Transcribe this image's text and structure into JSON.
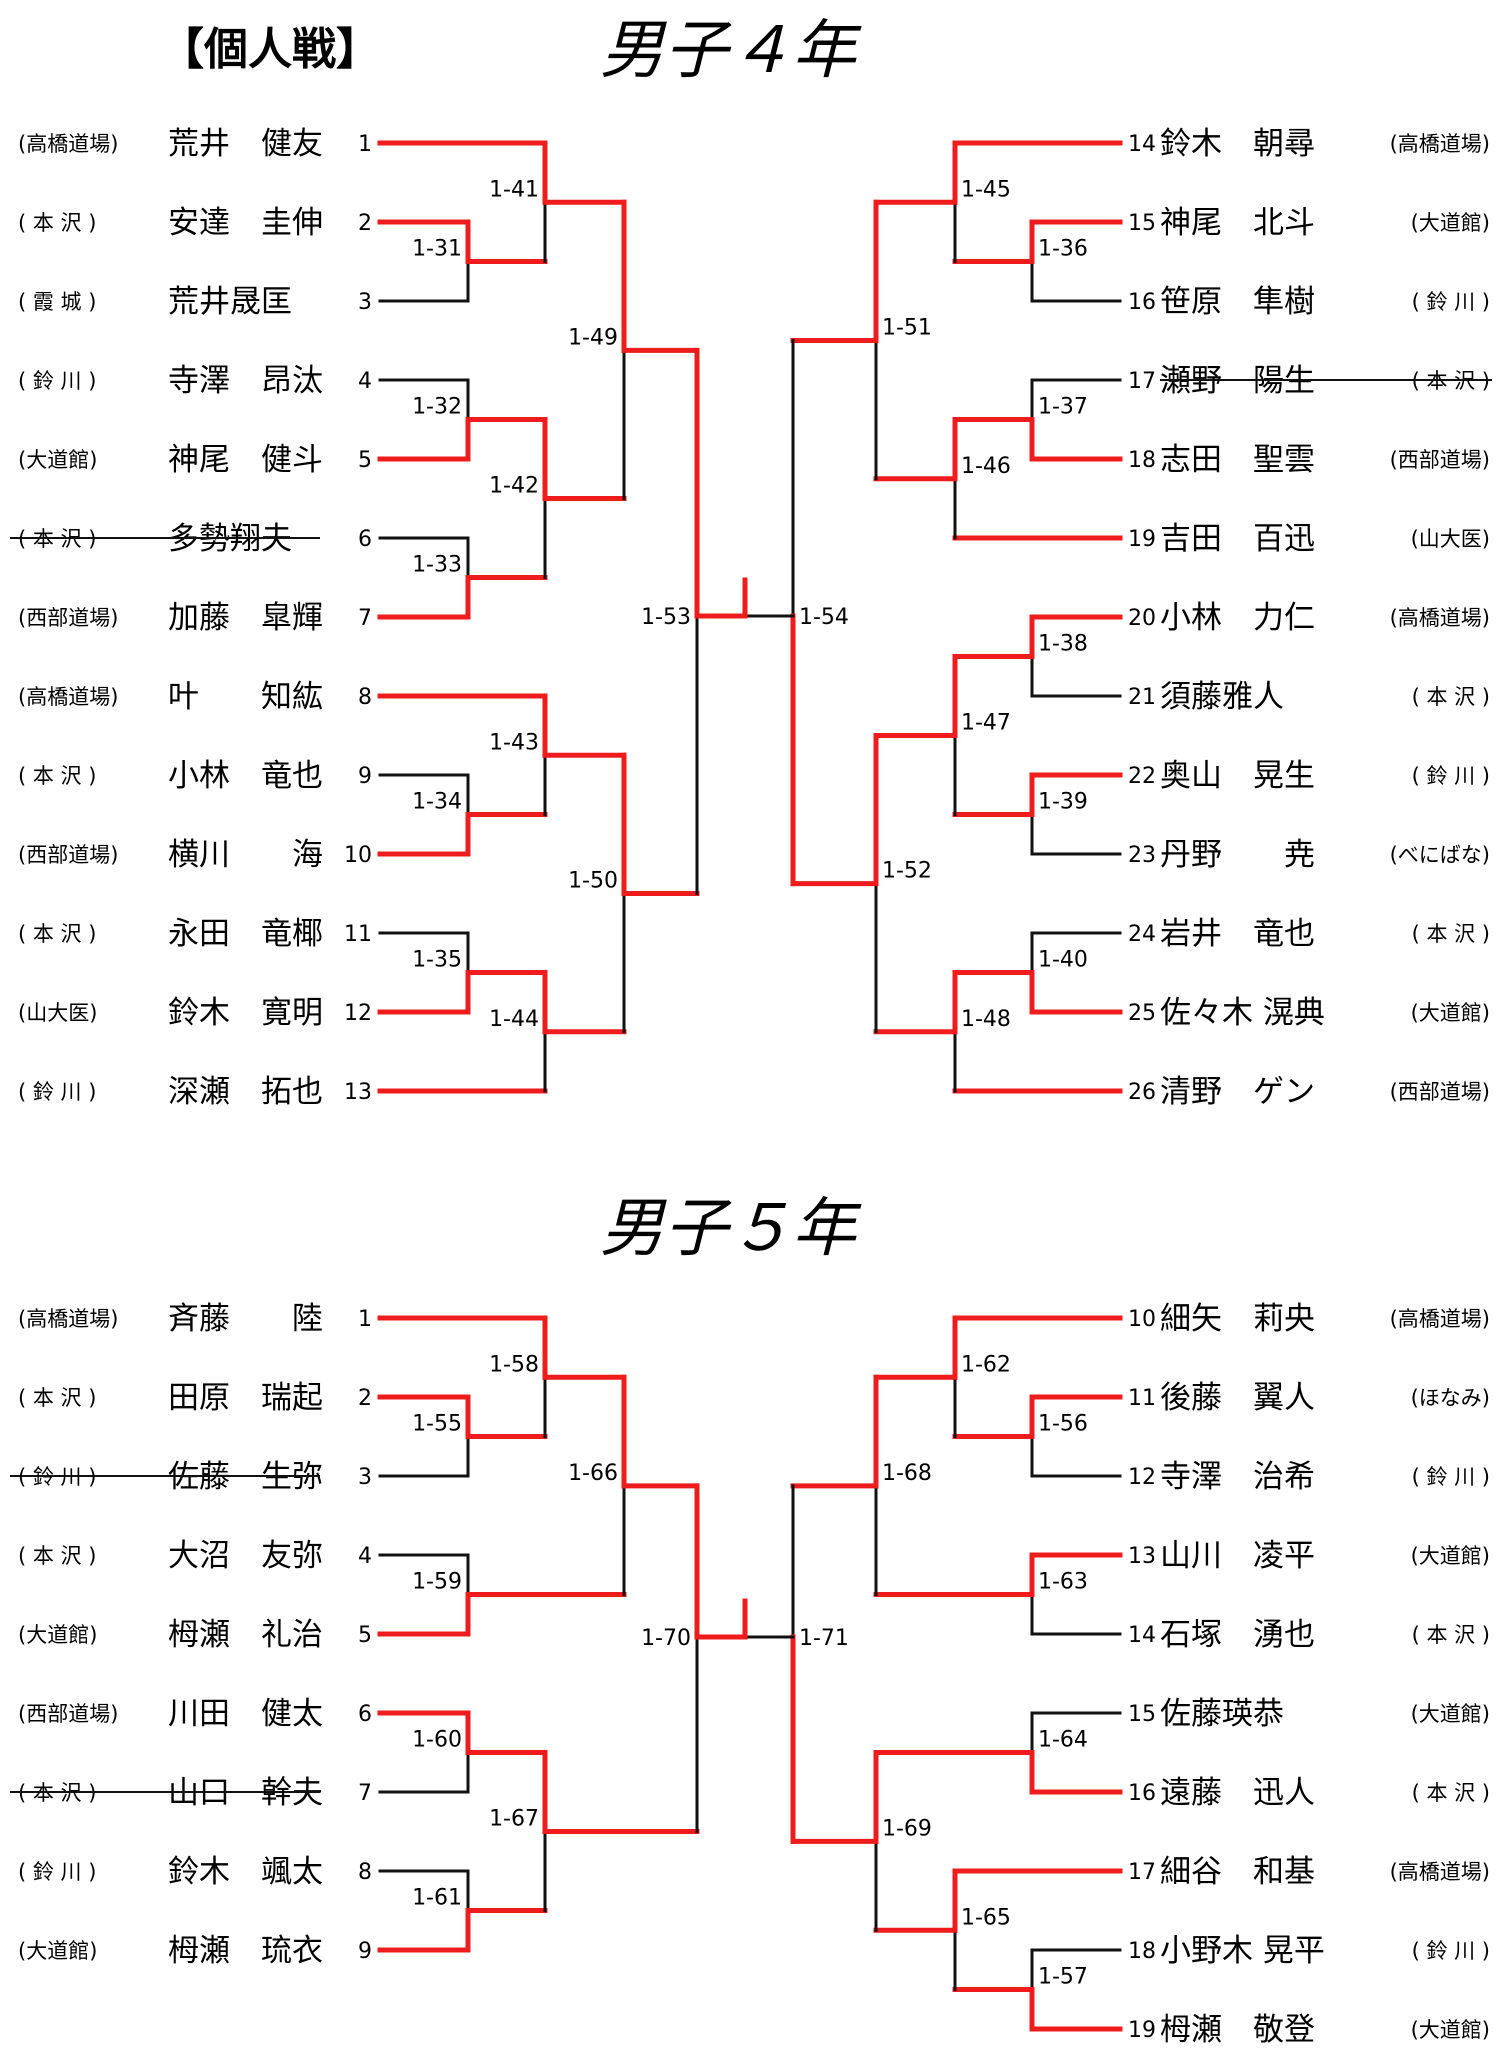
{
  "header": {
    "title": "【個人戦】"
  },
  "colors": {
    "win": "#ee1c1c",
    "line": "#111111",
    "text": "#111111"
  },
  "divisions": [
    {
      "title": "男子４年",
      "left": [
        {
          "seed": "1",
          "name": "荒井　健友",
          "club": "(高橋道場)",
          "w": true
        },
        {
          "seed": "2",
          "name": "安達　圭伸",
          "club": "( 本 沢 )",
          "w": true
        },
        {
          "seed": "3",
          "name": "荒井晟匡",
          "club": "( 霞 城 )",
          "w": false
        },
        {
          "seed": "4",
          "name": "寺澤　昂汰",
          "club": "( 鈴 川 )",
          "w": false
        },
        {
          "seed": "5",
          "name": "神尾　健斗",
          "club": "(大道館)",
          "w": true
        },
        {
          "seed": "6",
          "name": "多勢翔夫",
          "club": "( 本 沢 )",
          "w": false,
          "s": true
        },
        {
          "seed": "7",
          "name": "加藤　皐輝",
          "club": "(西部道場)",
          "w": true
        },
        {
          "seed": "8",
          "name": "叶　　知紘",
          "club": "(高橋道場)",
          "w": true
        },
        {
          "seed": "9",
          "name": "小林　竜也",
          "club": "( 本 沢 )",
          "w": false
        },
        {
          "seed": "10",
          "name": "横川　　海",
          "club": "(西部道場)",
          "w": true
        },
        {
          "seed": "11",
          "name": "永田　竜椰",
          "club": "( 本 沢 )",
          "w": false
        },
        {
          "seed": "12",
          "name": "鈴木　寛明",
          "club": "(山大医)",
          "w": true
        },
        {
          "seed": "13",
          "name": "深瀬　拓也",
          "club": "( 鈴 川 )",
          "w": true
        }
      ],
      "right": [
        {
          "seed": "14",
          "name": "鈴木　朝尋",
          "club": "(高橋道場)",
          "w": true
        },
        {
          "seed": "15",
          "name": "神尾　北斗",
          "club": "(大道館)",
          "w": true
        },
        {
          "seed": "16",
          "name": "笹原　隼樹",
          "club": "( 鈴 川 )",
          "w": false
        },
        {
          "seed": "17",
          "name": "瀬野　陽生",
          "club": "( 本 沢 )",
          "w": false,
          "s": true
        },
        {
          "seed": "18",
          "name": "志田　聖雲",
          "club": "(西部道場)",
          "w": true
        },
        {
          "seed": "19",
          "name": "吉田　百迅",
          "club": "(山大医)",
          "w": true
        },
        {
          "seed": "20",
          "name": "小林　力仁",
          "club": "(高橋道場)",
          "w": true
        },
        {
          "seed": "21",
          "name": "須藤雅人",
          "club": "( 本 沢 )",
          "w": false
        },
        {
          "seed": "22",
          "name": "奥山　晃生",
          "club": "( 鈴 川 )",
          "w": true
        },
        {
          "seed": "23",
          "name": "丹野　　尭",
          "club": "(べにばな)",
          "w": false
        },
        {
          "seed": "24",
          "name": "岩井　竜也",
          "club": "( 本 沢 )",
          "w": false
        },
        {
          "seed": "25",
          "name": "佐々木 滉典",
          "club": "(大道館)",
          "w": true
        },
        {
          "seed": "26",
          "name": "清野　ゲン",
          "club": "(西部道場)",
          "w": true
        }
      ],
      "matches": {
        "l1": [
          "1-31",
          "1-32",
          "1-33",
          "1-34",
          "1-35"
        ],
        "l2": [
          "1-41",
          "1-42",
          "1-43",
          "1-44"
        ],
        "l3": [
          "1-49",
          "1-50"
        ],
        "lf": "1-53",
        "rf": "1-54",
        "r3": [
          "1-51",
          "1-52"
        ],
        "r2": [
          "1-45",
          "1-46",
          "1-47",
          "1-48"
        ],
        "r1": [
          "1-36",
          "1-37",
          "1-38",
          "1-39",
          "1-40"
        ]
      }
    },
    {
      "title": "男子５年",
      "left": [
        {
          "seed": "1",
          "name": "斉藤　　陸",
          "club": "(高橋道場)",
          "w": true
        },
        {
          "seed": "2",
          "name": "田原　瑞起",
          "club": "( 本 沢 )",
          "w": true
        },
        {
          "seed": "3",
          "name": "佐藤　生弥",
          "club": "( 鈴 川 )",
          "w": false,
          "s": true
        },
        {
          "seed": "4",
          "name": "大沼　友弥",
          "club": "( 本 沢 )",
          "w": false
        },
        {
          "seed": "5",
          "name": "栂瀬　礼治",
          "club": "(大道館)",
          "w": true
        },
        {
          "seed": "6",
          "name": "川田　健太",
          "club": "(西部道場)",
          "w": true
        },
        {
          "seed": "7",
          "name": "山口　幹夫",
          "club": "( 本 沢 )",
          "w": false,
          "s": true
        },
        {
          "seed": "8",
          "name": "鈴木　颯太",
          "club": "( 鈴 川 )",
          "w": false
        },
        {
          "seed": "9",
          "name": "栂瀬　琉衣",
          "club": "(大道館)",
          "w": true
        }
      ],
      "right": [
        {
          "seed": "10",
          "name": "細矢　莉央",
          "club": "(高橋道場)",
          "w": true
        },
        {
          "seed": "11",
          "name": "後藤　翼人",
          "club": "(ほなみ)",
          "w": true
        },
        {
          "seed": "12",
          "name": "寺澤　治希",
          "club": "( 鈴 川 )",
          "w": false
        },
        {
          "seed": "13",
          "name": "山川　凌平",
          "club": "(大道館)",
          "w": true
        },
        {
          "seed": "14",
          "name": "石塚　湧也",
          "club": "( 本 沢 )",
          "w": false
        },
        {
          "seed": "15",
          "name": "佐藤瑛恭",
          "club": "(大道館)",
          "w": false
        },
        {
          "seed": "16",
          "name": "遠藤　迅人",
          "club": "( 本 沢 )",
          "w": true
        },
        {
          "seed": "17",
          "name": "細谷　和基",
          "club": "(高橋道場)",
          "w": true
        },
        {
          "seed": "18",
          "name": "小野木 晃平",
          "club": "( 鈴 川 )",
          "w": false
        },
        {
          "seed": "19",
          "name": "栂瀬　敬登",
          "club": "(大道館)",
          "w": true
        }
      ],
      "matches": {
        "l1": [
          "1-55"
        ],
        "l2": [
          "1-58",
          "1-59",
          "1-60",
          "1-61"
        ],
        "l3": [
          "1-66",
          "1-67"
        ],
        "lf": "1-70",
        "rf": "1-71",
        "r3": [
          "1-68",
          "1-69"
        ],
        "r2": [
          "1-62",
          "1-63",
          "1-64",
          "1-65"
        ],
        "r1": [
          "1-56",
          "1-57"
        ]
      }
    }
  ]
}
